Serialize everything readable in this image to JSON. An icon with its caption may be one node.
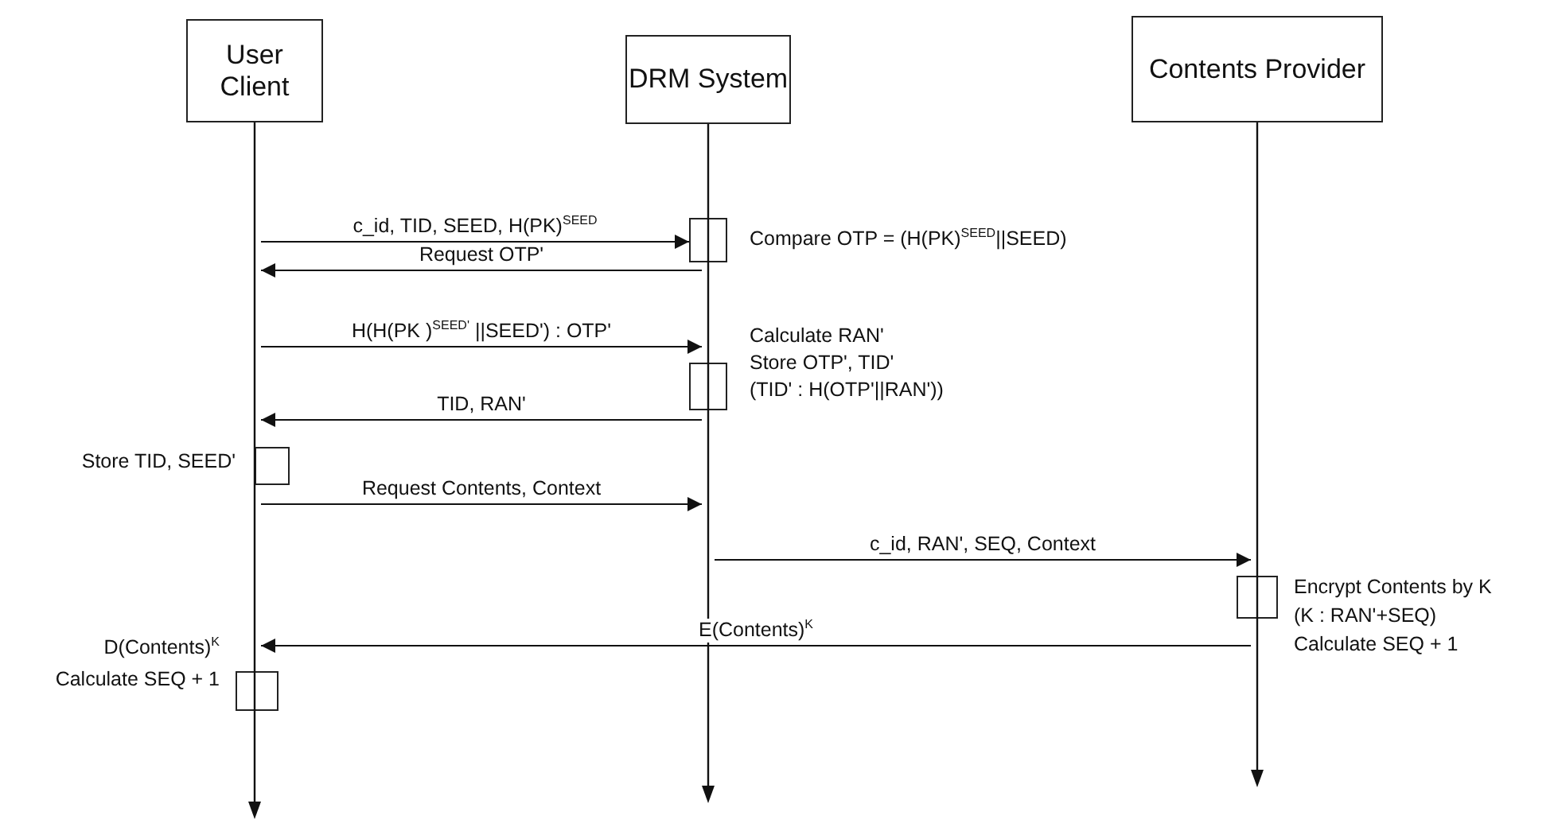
{
  "diagram": {
    "nodes": [
      {
        "text": [
          "User Client"
        ]
      },
      {
        "text": [
          "DRM System"
        ]
      },
      {
        "text": [
          "Contents Provider"
        ]
      },
      {
        "text": [],
        "shape": "box",
        "beside": [
          "Compare OTP = (H(PK)$^{SEED}$||SEED)"
        ]
      },
      {
        "text": [],
        "shape": "box",
        "beside": [
          "Calculate RAN'",
          "Store OTP', TID'",
          "(TID' : H(OTP'||RAN'))"
        ]
      },
      {
        "text": [],
        "shape": "box",
        "beside": [
          "Store TID, SEED'"
        ]
      },
      {
        "text": [],
        "shape": "box",
        "beside": [
          "Encrypt Contents by K",
          "(K : RAN'+SEQ)",
          "Calculate SEQ + 1"
        ]
      },
      {
        "text": [],
        "shape": "box",
        "beside": [
          "D(Contents)$^{K}$",
          "Calculate SEQ + 1"
        ]
      },
      {
        "text": [],
        "shape": "line"
      },
      {
        "text": [],
        "shape": "line"
      },
      {
        "text": [],
        "shape": "line"
      }
    ],
    "edges": [
      {
        "from": 8,
        "to": 3,
        "arrow": "to",
        "label": "c_id, TID, SEED, H(PK)$^{SEED}$"
      },
      {
        "from": 9,
        "to": 8,
        "arrow": "to",
        "label": "Request OTP'"
      },
      {
        "from": 8,
        "to": 9,
        "arrow": "to",
        "label": "H(H(PK )$^{SEED'}$ ||SEED') : OTP'"
      },
      {
        "from": 9,
        "to": 8,
        "arrow": "to",
        "label": "TID, RAN'"
      },
      {
        "from": 8,
        "to": 9,
        "arrow": "to",
        "label": "Request Contents, Context"
      },
      {
        "from": 9,
        "to": 10,
        "arrow": "to",
        "label": "c_id, RAN', SEQ, Context"
      },
      {
        "from": 10,
        "to": 8,
        "arrow": "to",
        "label": "E(Contents)$^{K}$"
      }
    ]
  }
}
